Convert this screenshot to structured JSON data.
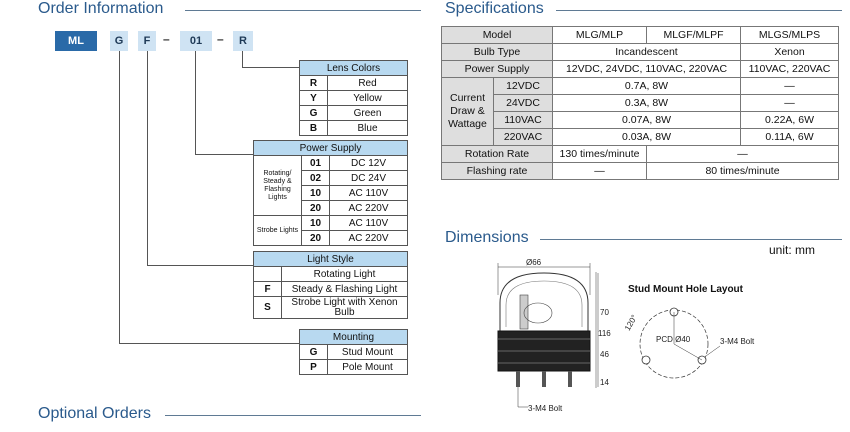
{
  "order": {
    "title": "Order Information",
    "parts": [
      "ML",
      "G",
      "F",
      "01",
      "R"
    ],
    "dash": "–",
    "lens": {
      "header": "Lens Colors",
      "rows": [
        [
          "R",
          "Red"
        ],
        [
          "Y",
          "Yellow"
        ],
        [
          "G",
          "Green"
        ],
        [
          "B",
          "Blue"
        ]
      ]
    },
    "power": {
      "header": "Power Supply",
      "group1": "Rotating/ Steady & Flashing Lights",
      "group1_rows": [
        [
          "01",
          "DC 12V"
        ],
        [
          "02",
          "DC 24V"
        ],
        [
          "10",
          "AC 110V"
        ],
        [
          "20",
          "AC 220V"
        ]
      ],
      "group2": "Strobe Lights",
      "group2_rows": [
        [
          "10",
          "AC 110V"
        ],
        [
          "20",
          "AC 220V"
        ]
      ]
    },
    "style": {
      "header": "Light Style",
      "rows": [
        [
          "",
          "Rotating Light"
        ],
        [
          "F",
          "Steady & Flashing Light"
        ],
        [
          "S",
          "Strobe Light with Xenon Bulb"
        ]
      ]
    },
    "mounting": {
      "header": "Mounting",
      "rows": [
        [
          "G",
          "Stud Mount"
        ],
        [
          "P",
          "Pole Mount"
        ]
      ]
    }
  },
  "optional": {
    "title": "Optional Orders"
  },
  "specs": {
    "title": "Specifications",
    "model_label": "Model",
    "models": [
      "MLG/MLP",
      "MLGF/MLPF",
      "MLGS/MLPS"
    ],
    "bulb_label": "Bulb Type",
    "bulb_incandescent": "Incandescent",
    "bulb_xenon": "Xenon",
    "power_label": "Power Supply",
    "power_a": "12VDC, 24VDC, 110VAC, 220VAC",
    "power_b": "110VAC, 220VAC",
    "current_label": "Current Draw & Wattage",
    "current_rows": [
      [
        "12VDC",
        "0.7A, 8W",
        "—"
      ],
      [
        "24VDC",
        "0.3A, 8W",
        "—"
      ],
      [
        "110VAC",
        "0.07A, 8W",
        "0.22A, 6W"
      ],
      [
        "220VAC",
        "0.03A, 8W",
        "0.11A, 6W"
      ]
    ],
    "rotation_label": "Rotation Rate",
    "rotation_a": "130 times/minute",
    "rotation_b": "—",
    "flash_label": "Flashing rate",
    "flash_a": "—",
    "flash_b": "80 times/minute"
  },
  "dimensions": {
    "title": "Dimensions",
    "unit": "unit: mm",
    "width_label": "Ø66",
    "h70": "70",
    "h46": "46",
    "h14": "14",
    "h116": "116",
    "bolt_label": "3-M4 Bolt",
    "stud_title": "Stud Mount Hole Layout",
    "angle": "120°",
    "pcd": "PCD Ø40",
    "stud_bolt": "3-M4 Bolt"
  }
}
